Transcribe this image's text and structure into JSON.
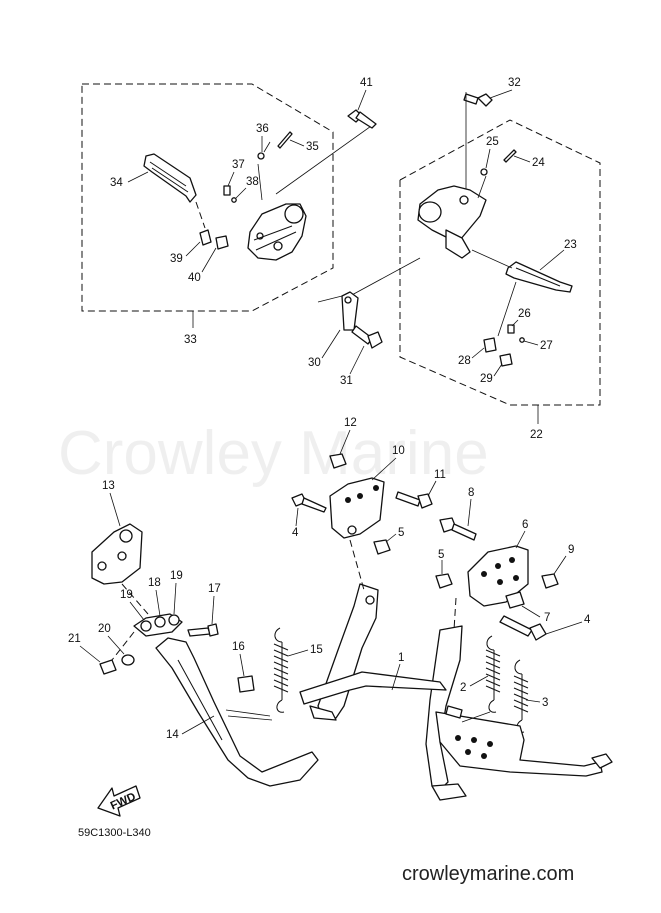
{
  "watermark": "Crowley Marine",
  "site_url": "crowleymarine.com",
  "diagram_code": "59C1300-L340",
  "fwd_label": "FWD",
  "callouts": [
    "1",
    "2",
    "3",
    "4",
    "4",
    "5",
    "5",
    "6",
    "7",
    "8",
    "9",
    "10",
    "11",
    "12",
    "13",
    "14",
    "15",
    "16",
    "17",
    "18",
    "19",
    "19",
    "20",
    "21",
    "22",
    "23",
    "24",
    "25",
    "26",
    "27",
    "28",
    "29",
    "30",
    "31",
    "32",
    "33",
    "34",
    "35",
    "36",
    "37",
    "38",
    "39",
    "40",
    "41"
  ]
}
